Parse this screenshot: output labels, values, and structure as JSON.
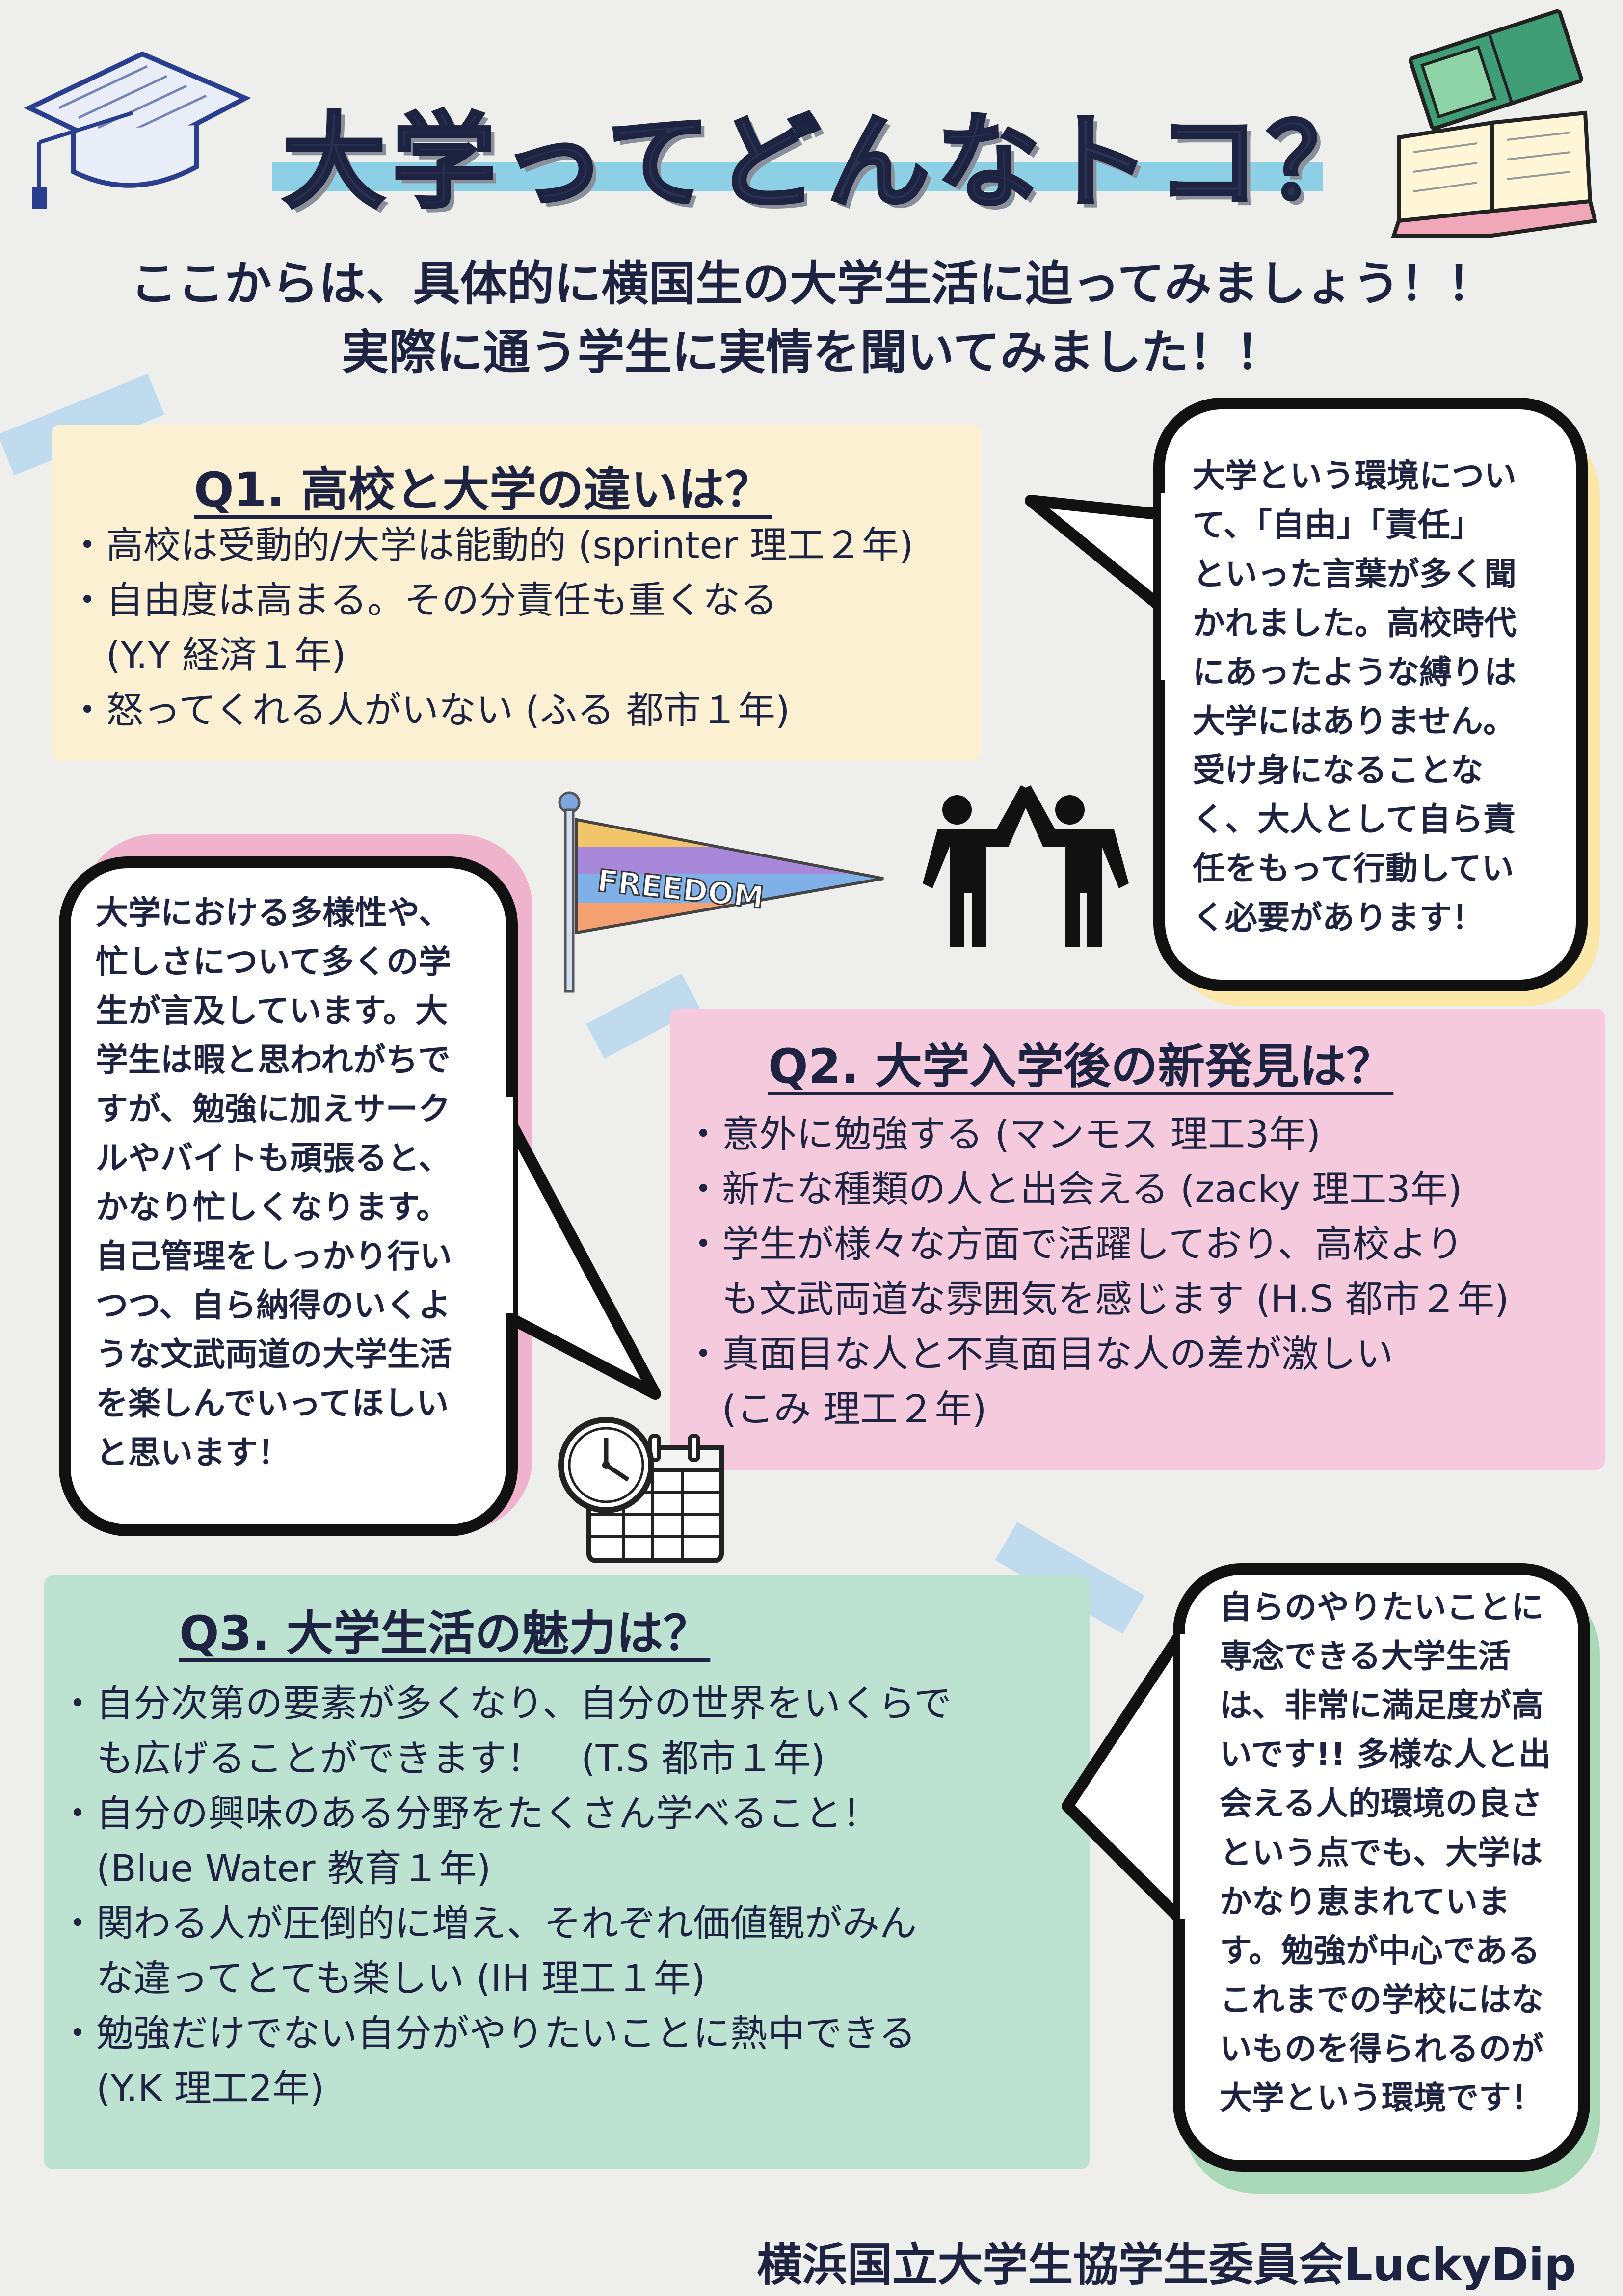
{
  "title": "大学ってどんなトコ？",
  "intro": {
    "line1": "ここからは、具体的に横国生の大学生活に迫ってみましょう！！",
    "line2": "実際に通う学生に実情を聞いてみました！！"
  },
  "q1": {
    "heading": "Q1. 高校と大学の違いは？",
    "lines": [
      "・高校は受動的/大学は能動的 (sprinter 理工２年)",
      "・自由度は高まる。その分責任も重くなる",
      "　(Y.Y 経済１年)",
      "・怒ってくれる人がいない (ふる 都市１年)"
    ],
    "bubble": [
      "大学という環境につい",
      "て、「自由」「責任」",
      "といった言葉が多く聞",
      "かれました。高校時代",
      "にあったような縛りは",
      "大学にはありません。",
      "受け身になることな",
      "く、大人として自ら責",
      "任をもって行動してい",
      "く必要があります！"
    ]
  },
  "q2": {
    "heading": "Q2. 大学入学後の新発見は？",
    "lines": [
      "・意外に勉強する (マンモス 理工3年)",
      "・新たな種類の人と出会える (zacky 理工3年)",
      "・学生が様々な方面で活躍しており、高校より",
      "　も文武両道な雰囲気を感じます (H.S 都市２年)",
      "・真面目な人と不真面目な人の差が激しい",
      "　(こみ 理工２年)"
    ],
    "bubble": [
      "大学における多様性や、",
      "忙しさについて多くの学",
      "生が言及しています。大",
      "学生は暇と思われがちで",
      "すが、勉強に加えサーク",
      "ルやバイトも頑張ると、",
      "かなり忙しくなります。",
      "自己管理をしっかり行い",
      "つつ、自ら納得のいくよ",
      "うな文武両道の大学生活",
      "を楽しんでいってほしい",
      "と思います！"
    ]
  },
  "q3": {
    "heading": "Q3. 大学生活の魅力は？",
    "lines": [
      "・自分次第の要素が多くなり、自分の世界をいくらで",
      "　も広げることができます！　(T.S 都市１年)",
      "・自分の興味のある分野をたくさん学べること！",
      "　(Blue Water 教育１年)",
      "・関わる人が圧倒的に増え、それぞれ価値観がみん",
      "　な違ってとても楽しい (IH 理工１年)",
      "・勉強だけでない自分がやりたいことに熱中できる",
      "　(Y.K 理工2年)"
    ],
    "bubble": [
      "自らのやりたいことに",
      "専念できる大学生活",
      "は、非常に満足度が高",
      "いです!! 多様な人と出",
      "会える人的環境の良さ",
      "という点でも、大学は",
      "かなり恵まれていま",
      "す。勉強が中心である",
      "これまでの学校にはな",
      "いものを得られるのが",
      "大学という環境です！"
    ]
  },
  "flag_text": "FREEDOM",
  "footer": "横浜国立大学生協学生委員会LuckyDip",
  "colors": {
    "background": "#eeeeec",
    "q1_panel": "#fbf0d2",
    "q2_panel": "#f5cadc",
    "q3_panel": "#bde2d1",
    "title_band": "#8dcfe4",
    "text": "#1e2342"
  }
}
